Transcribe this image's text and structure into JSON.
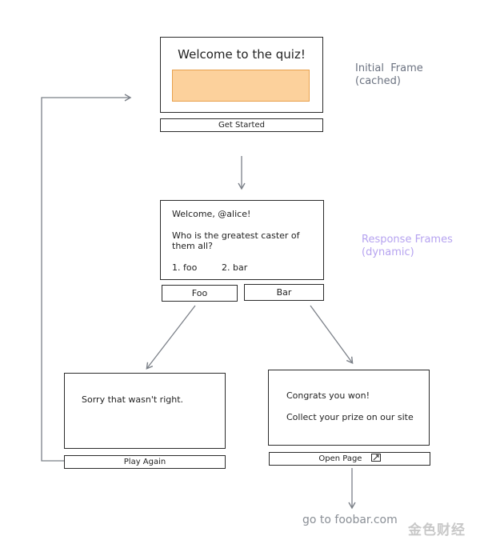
{
  "initial_frame": {
    "title": "Welcome to the quiz!",
    "button_label": "Get Started",
    "image_fill": "#fcd19c",
    "image_stroke": "#e8a04c"
  },
  "initial_note": {
    "line1": "Initial  Frame",
    "line2": "(cached)",
    "color": "#6b7280"
  },
  "response_frame": {
    "greeting": "Welcome, @alice!",
    "question_line1": "Who is the greatest caster of",
    "question_line2": "them all?",
    "option1": "1. foo",
    "option2": "2. bar",
    "button_foo": "Foo",
    "button_bar": "Bar"
  },
  "response_note": {
    "line1": "Response Frames",
    "line2": "(dynamic)",
    "color": "#b6a3f0"
  },
  "wrong_frame": {
    "message": "Sorry that wasn't right.",
    "button_label": "Play Again"
  },
  "win_frame": {
    "message1": "Congrats you won!",
    "message2": "Collect your prize on our site",
    "button_label": "Open Page",
    "button_icon": "external-link-icon"
  },
  "footer": {
    "link_text": "go to foobar.com",
    "watermark": "金色财经"
  },
  "colors": {
    "arrow": "#7b8088",
    "stroke": "#2a2a2a"
  }
}
